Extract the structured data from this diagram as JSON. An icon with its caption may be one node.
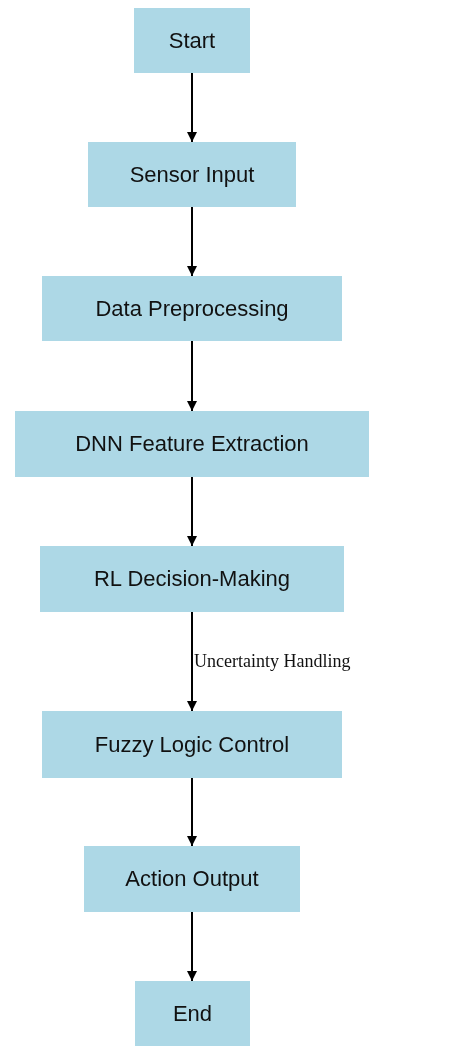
{
  "diagram": {
    "nodes": [
      {
        "text": [
          "Start"
        ]
      },
      {
        "text": [
          "Sensor Input"
        ]
      },
      {
        "text": [
          "Data Preprocessing"
        ]
      },
      {
        "text": [
          "DNN Feature Extraction"
        ]
      },
      {
        "text": [
          "RL Decision-Making"
        ]
      },
      {
        "text": [
          "Fuzzy Logic Control"
        ]
      },
      {
        "text": [
          "Action Output"
        ]
      },
      {
        "text": [
          "End"
        ]
      }
    ],
    "edges": [
      {
        "from": 0,
        "to": 1,
        "arrow": "to"
      },
      {
        "from": 1,
        "to": 2,
        "arrow": "to"
      },
      {
        "from": 2,
        "to": 3,
        "arrow": "to"
      },
      {
        "from": 3,
        "to": 4,
        "arrow": "to"
      },
      {
        "from": 4,
        "to": 5,
        "arrow": "to",
        "label": "Uncertainty Handling"
      },
      {
        "from": 5,
        "to": 6,
        "arrow": "to"
      },
      {
        "from": 6,
        "to": 7,
        "arrow": "to"
      }
    ]
  }
}
